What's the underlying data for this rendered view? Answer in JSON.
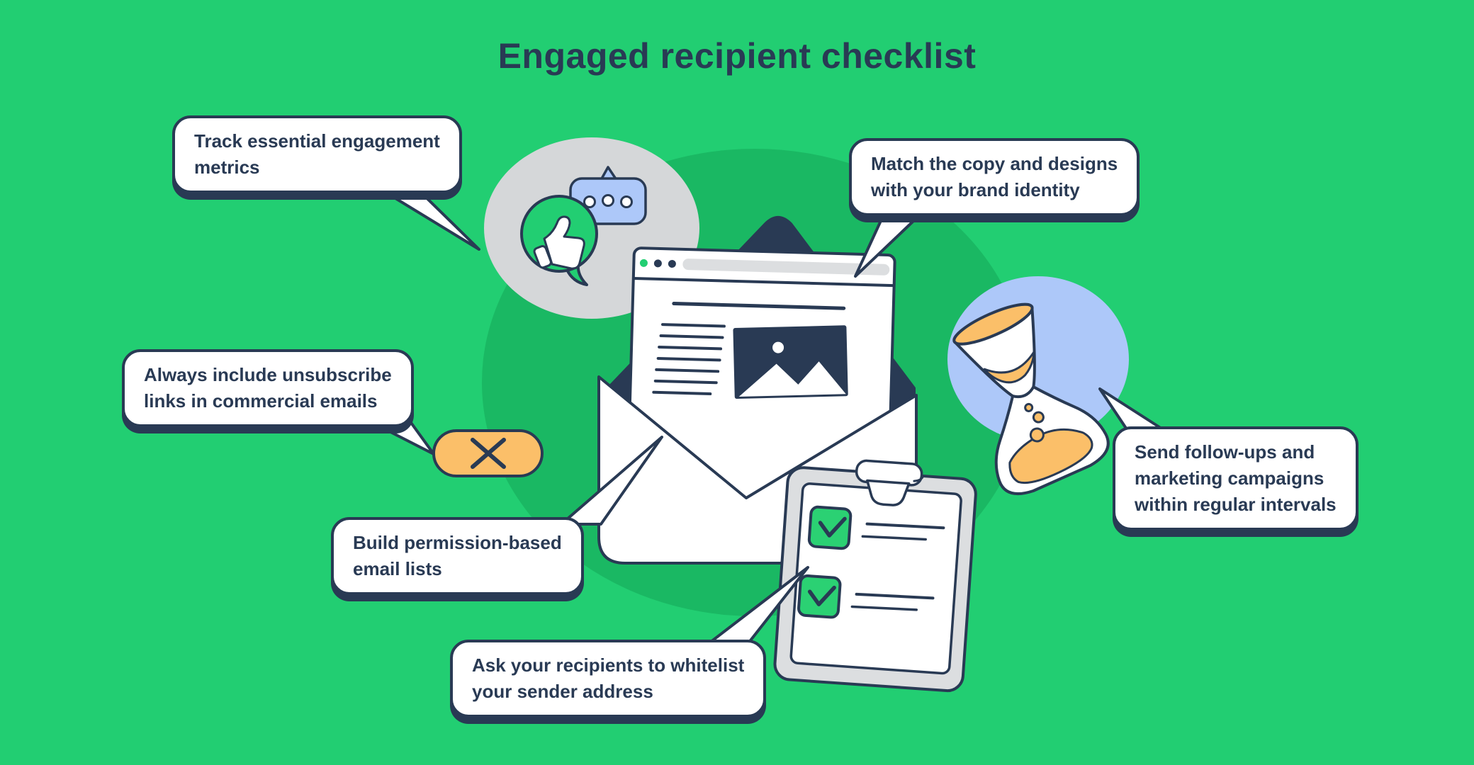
{
  "title": "Engaged recipient checklist",
  "callouts": {
    "track": {
      "text": "Track essential engagement\nmetrics"
    },
    "match": {
      "text": "Match the copy and designs\nwith your brand identity"
    },
    "unsubscribe": {
      "text": "Always include unsubscribe\nlinks in commercial emails"
    },
    "followups": {
      "text": "Send follow-ups and\nmarketing campaigns\nwithin regular intervals"
    },
    "permission": {
      "text": "Build permission-based\nemail lists"
    },
    "whitelist": {
      "text": "Ask your recipients to whitelist\nyour sender address"
    }
  },
  "icons": {
    "thumbs_up": "thumbs-up-in-speech-bubble",
    "chat": "chat-ellipsis-bubble",
    "browser": "email-browser-window",
    "envelope": "open-envelope",
    "clipboard": "checklist-clipboard-two-checked",
    "hourglass": "hourglass",
    "unsubscribe_x": "x-mark-pill"
  },
  "colors": {
    "green-bg": "#22ce72",
    "green-blob": "#1ab863",
    "navy": "#293a54",
    "gray-blob": "#d5d7d9",
    "light-gray": "#dcdee0",
    "blue": "#adc8f9",
    "orange": "#fbbf69",
    "check-green": "#2bd173",
    "white": "#ffffff"
  }
}
